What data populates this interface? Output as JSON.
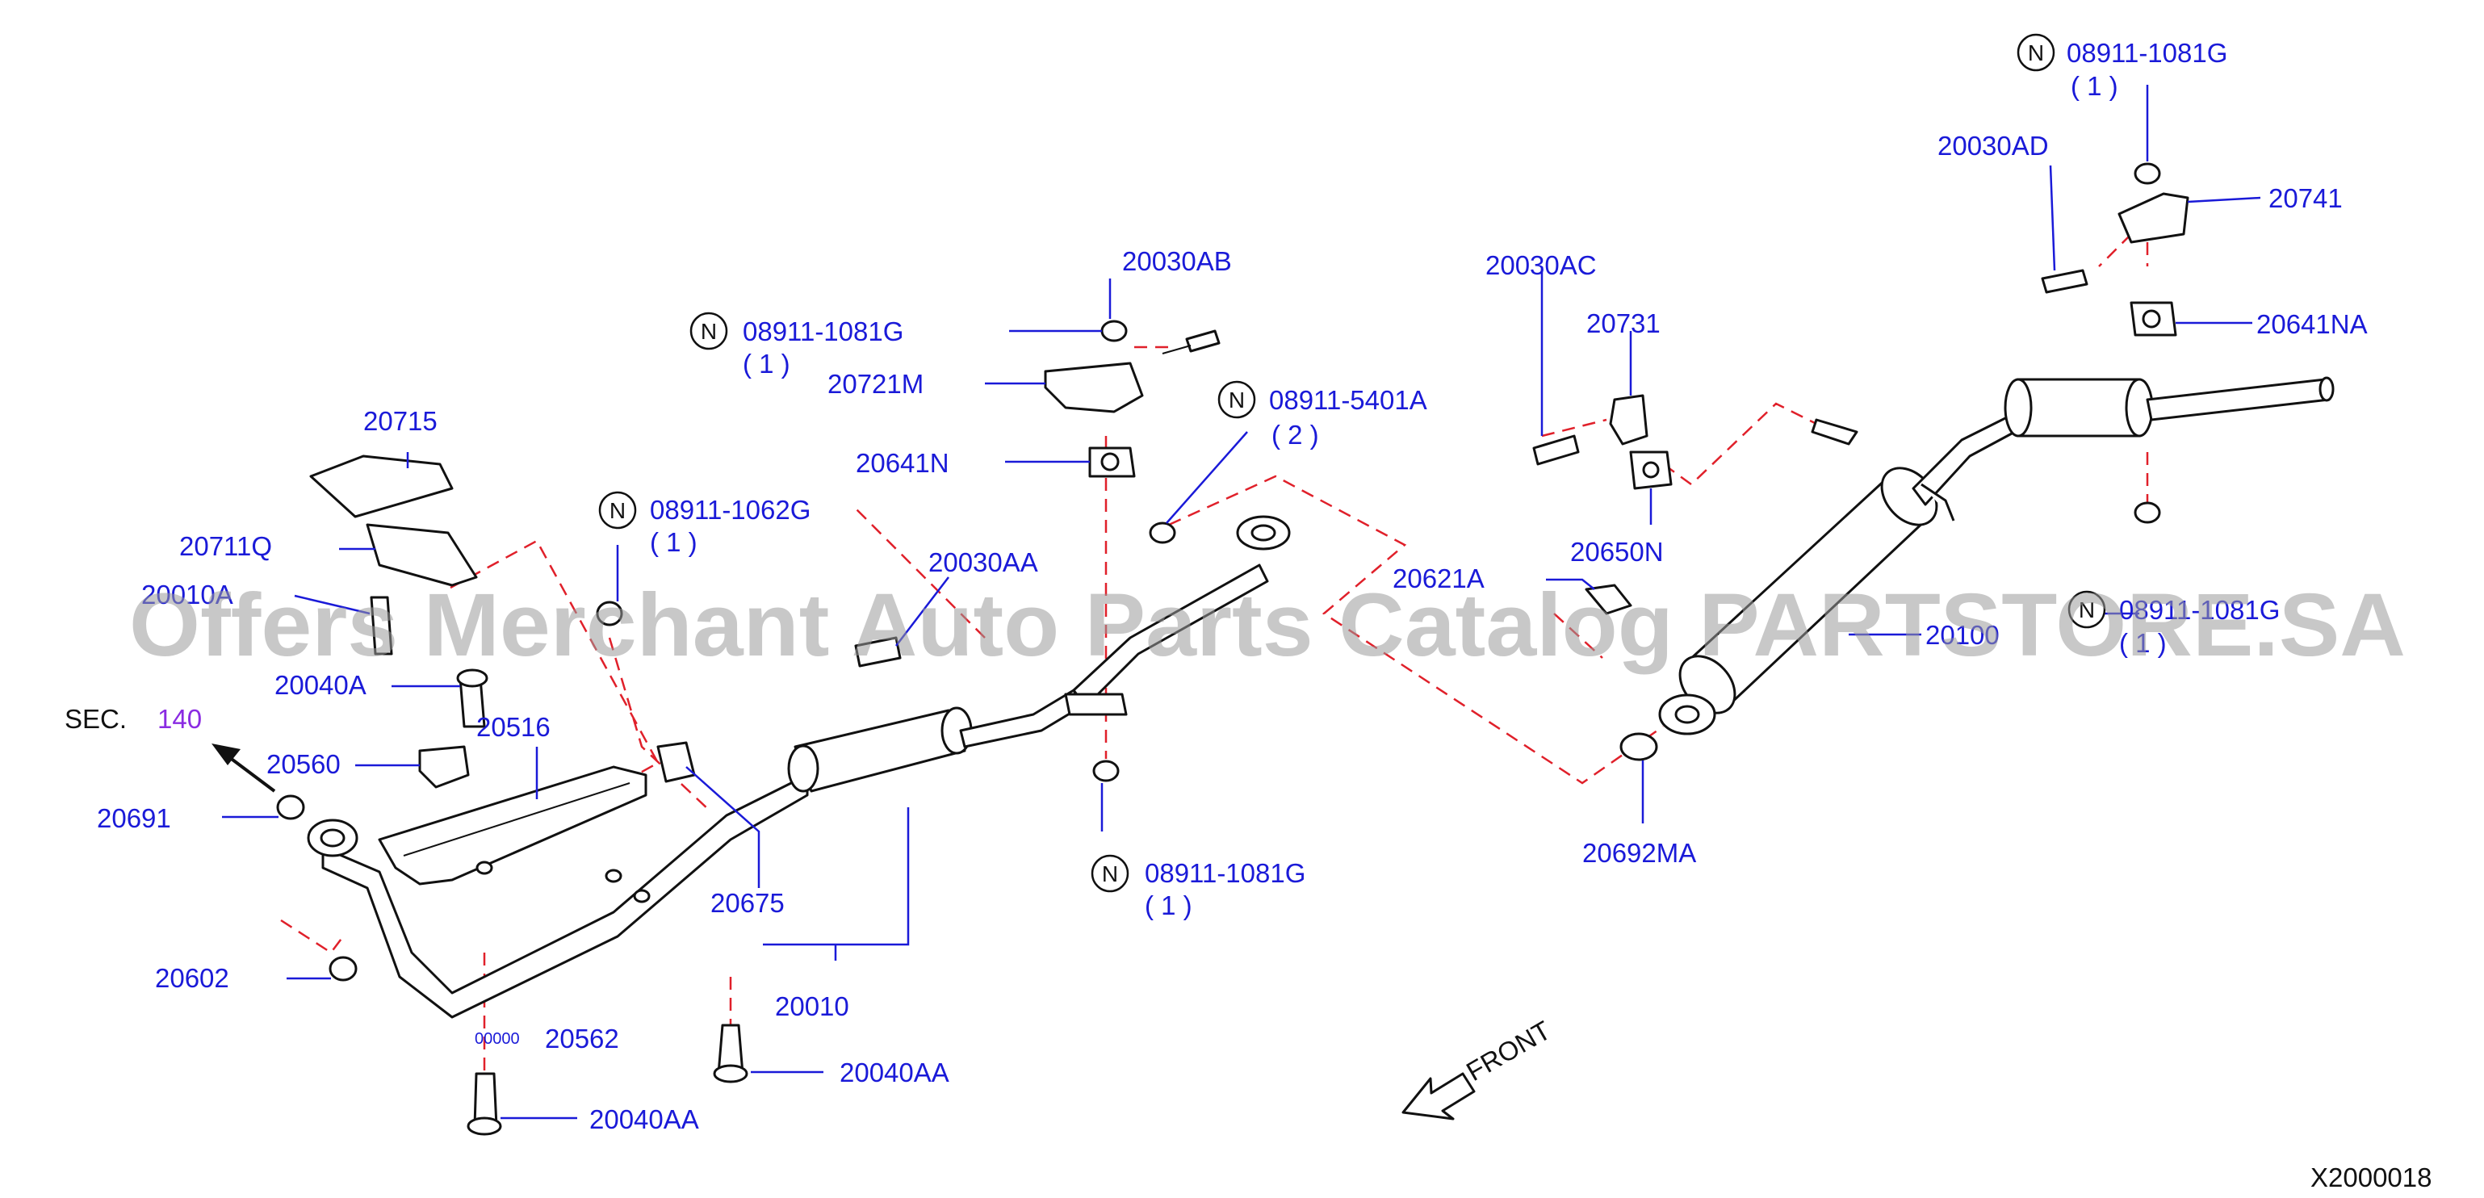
{
  "watermark": "Offers Merchant Auto Parts Catalog PARTSTORE.SA",
  "diagram_id": "X2000018",
  "section_ref": {
    "prefix": "SEC.",
    "number": "140"
  },
  "front_label": "FRONT",
  "n_marker": "N",
  "part_labels": {
    "p20030AB": "20030AB",
    "n08911_1081G_a": "08911-1081G",
    "n08911_1081G_a_qty": "( 1 )",
    "p20721M": "20721M",
    "n08911_5401A": "08911-5401A",
    "n08911_5401A_qty": "( 2 )",
    "p20641N": "20641N",
    "p20715": "20715",
    "n08911_1062G": "08911-1062G",
    "n08911_1062G_qty": "( 1 )",
    "p20711Q": "20711Q",
    "p20030AA": "20030AA",
    "p2001xA": "20010A",
    "p20040A": "20040A",
    "sec_label": "SEC.",
    "p20516": "20516",
    "p20560": "20560",
    "p20691": "20691",
    "p20675": "20675",
    "n08911_1081G_b": "08911-1081G",
    "n08911_1081G_b_qty": "( 1 )",
    "p20602": "20602",
    "p20010": "20010",
    "p20562": "20562",
    "p20562_small": "00000",
    "p20040AA_a": "20040AA",
    "p20040AA_b": "20040AA",
    "p20030AC": "20030AC",
    "p20731": "20731",
    "p20650N": "20650N",
    "p20621A": "20621A",
    "p20100": "20100",
    "p20692MA": "20692MA",
    "n08911_1081G_c": "08911-1081G",
    "n08911_1081G_c_qty": "( 1 )",
    "p20030AD": "20030AD",
    "p20741": "20741",
    "p20641NA": "20641NA",
    "n08911_1081G_d": "08911-1081G",
    "n08911_1081G_d_qty": "( 1 )"
  },
  "colors": {
    "label": "#1a1ad8",
    "section_number": "#8a2be2",
    "dashed_line": "#e0202a",
    "parts": "#111111"
  }
}
